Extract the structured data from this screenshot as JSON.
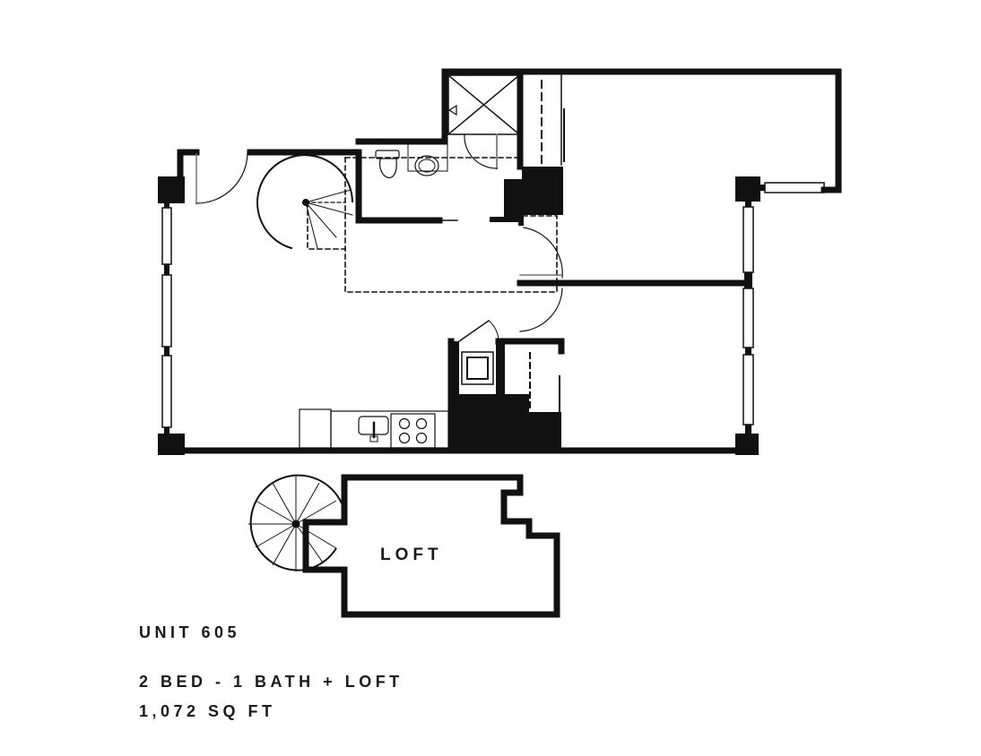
{
  "floorplan": {
    "unit_label": "UNIT 605",
    "layout_label": "2 BED - 1 BATH + LOFT",
    "area_label": "1,072 SQ FT",
    "loft_room_label": "LOFT",
    "colors": {
      "wall": "#111111",
      "background": "#ffffff",
      "dashed": "#111111",
      "window_fill": "#ffffff"
    },
    "fixtures": [
      "spiral-stair",
      "toilet",
      "bath-sink",
      "shower",
      "closet",
      "washer-dryer",
      "kitchen-sink",
      "cooktop",
      "refrigerator"
    ]
  }
}
